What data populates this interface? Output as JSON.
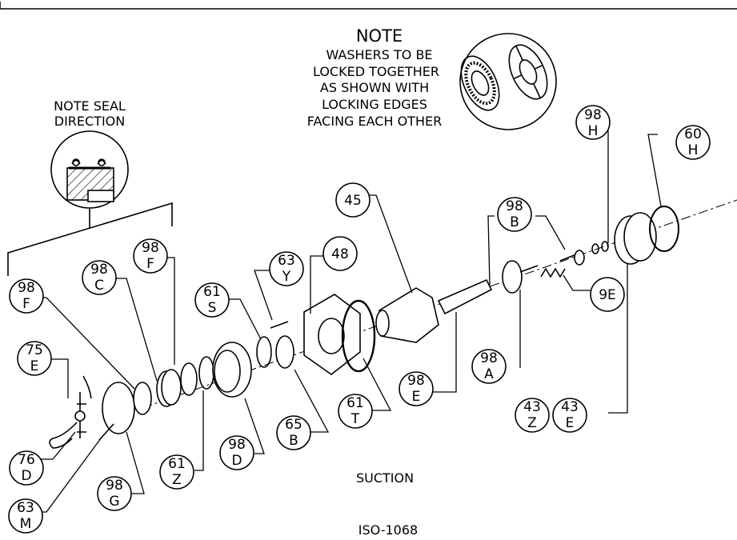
{
  "note_top": {
    "title": "NOTE",
    "lines": [
      "WASHERS TO BE",
      "LOCKED TOGETHER",
      "AS SHOWN WITH",
      "LOCKING EDGES",
      "FACING EACH OTHER"
    ]
  },
  "note_seal": {
    "lines": [
      "NOTE SEAL",
      "DIRECTION"
    ]
  },
  "callouts": [
    {
      "id": "98H",
      "lines": [
        "98",
        "H"
      ]
    },
    {
      "id": "60H",
      "lines": [
        "60",
        "H"
      ]
    },
    {
      "id": "45",
      "lines": [
        "45"
      ]
    },
    {
      "id": "98B",
      "lines": [
        "98",
        "B"
      ]
    },
    {
      "id": "98F-upper",
      "lines": [
        "98",
        "F"
      ]
    },
    {
      "id": "98C",
      "lines": [
        "98",
        "C"
      ]
    },
    {
      "id": "63Y",
      "lines": [
        "63",
        "Y"
      ]
    },
    {
      "id": "48",
      "lines": [
        "48"
      ]
    },
    {
      "id": "98F-left",
      "lines": [
        "98",
        "F"
      ]
    },
    {
      "id": "61S",
      "lines": [
        "61",
        "S"
      ]
    },
    {
      "id": "9E",
      "lines": [
        "9E"
      ]
    },
    {
      "id": "75E",
      "lines": [
        "75",
        "E"
      ]
    },
    {
      "id": "98A",
      "lines": [
        "98",
        "A"
      ]
    },
    {
      "id": "61T",
      "lines": [
        "61",
        "T"
      ]
    },
    {
      "id": "98E",
      "lines": [
        "98",
        "E"
      ]
    },
    {
      "id": "43Z",
      "lines": [
        "43",
        "Z"
      ]
    },
    {
      "id": "43E",
      "lines": [
        "43",
        "E"
      ]
    },
    {
      "id": "65B",
      "lines": [
        "65",
        "B"
      ]
    },
    {
      "id": "98D",
      "lines": [
        "98",
        "D"
      ]
    },
    {
      "id": "61Z",
      "lines": [
        "61",
        "Z"
      ]
    },
    {
      "id": "76D",
      "lines": [
        "76",
        "D"
      ]
    },
    {
      "id": "98G",
      "lines": [
        "98",
        "G"
      ]
    },
    {
      "id": "63M",
      "lines": [
        "63",
        "M"
      ]
    }
  ],
  "caption": "SUCTION",
  "drawing_number": "ISO-1068"
}
